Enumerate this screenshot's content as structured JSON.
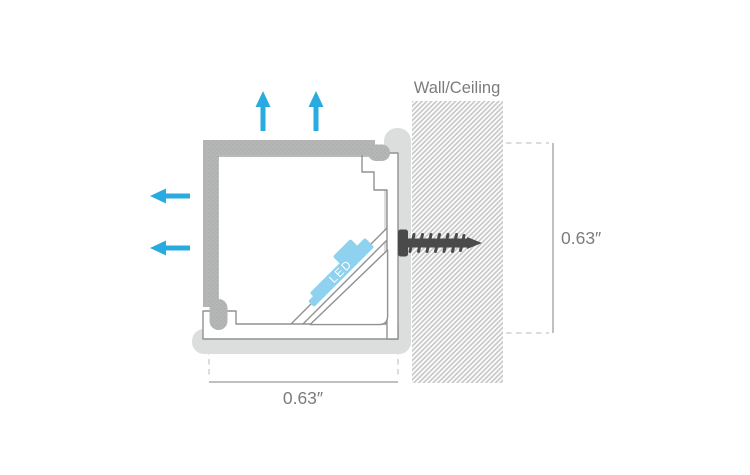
{
  "diagram": {
    "type": "led-profile-cross-section-mounting-diagram",
    "labels": {
      "wall_ceiling": "Wall/Ceiling",
      "led": "LED",
      "dim_height": "0.63″",
      "dim_width": "0.63″"
    }
  },
  "colors": {
    "arrow_blue": "#29abe2",
    "led_blue": "#8ed2ef",
    "led_text": "#ffffff",
    "shell_gray": "#dcdddd",
    "cover_gray": "#b5b6b6",
    "outline_gray": "#919191",
    "hatch_gray": "#c7c7c7",
    "screw_gray": "#4a4a4a",
    "text_gray": "#7c7c7c",
    "dim_line": "#ababab",
    "dim_dash": "#d0d0d0"
  }
}
